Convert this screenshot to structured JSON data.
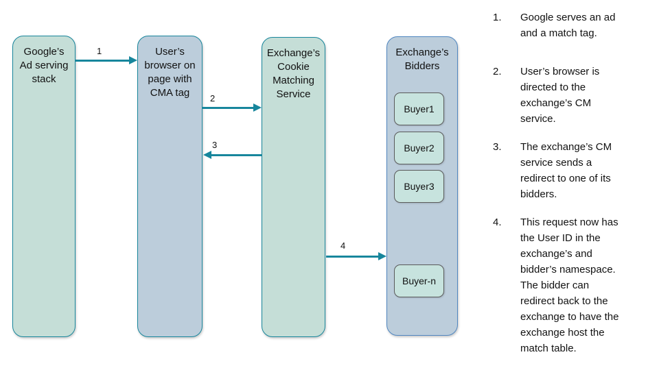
{
  "colors": {
    "teal": "#17869c",
    "blue-border": "#4f86c0",
    "mint-fill": "#c5ded7",
    "bluegray-fill": "#bccddb",
    "buyer-fill": "#c7e3de",
    "buyer-border": "#5a5a5a",
    "text": "#111111"
  },
  "diagram": {
    "lanes": [
      {
        "label": "Google’s\nAd serving\nstack"
      },
      {
        "label": "User’s\nbrowser on\npage with\nCMA tag"
      },
      {
        "label": "Exchange’s\nCookie\nMatching\nService"
      },
      {
        "label": "Exchange’s\nBidders"
      }
    ],
    "buyers": [
      "Buyer1",
      "Buyer2",
      "Buyer3",
      "Buyer-n"
    ],
    "arrows": [
      {
        "label": "1"
      },
      {
        "label": "2"
      },
      {
        "label": "3"
      },
      {
        "label": "4"
      }
    ]
  },
  "steps": [
    {
      "num": "1.",
      "text": "Google serves an ad\nand a match tag."
    },
    {
      "num": "2.",
      "text": "User’s browser is\ndirected to the\nexchange’s CM\nservice."
    },
    {
      "num": "3.",
      "text": "The exchange’s CM\nservice sends a\nredirect to one of its\nbidders."
    },
    {
      "num": "4.",
      "text": "This request now has\nthe User ID in the\nexchange’s and\nbidder’s namespace.\nThe bidder can\nredirect back to the\nexchange to have the\nexchange host the\nmatch table."
    }
  ]
}
